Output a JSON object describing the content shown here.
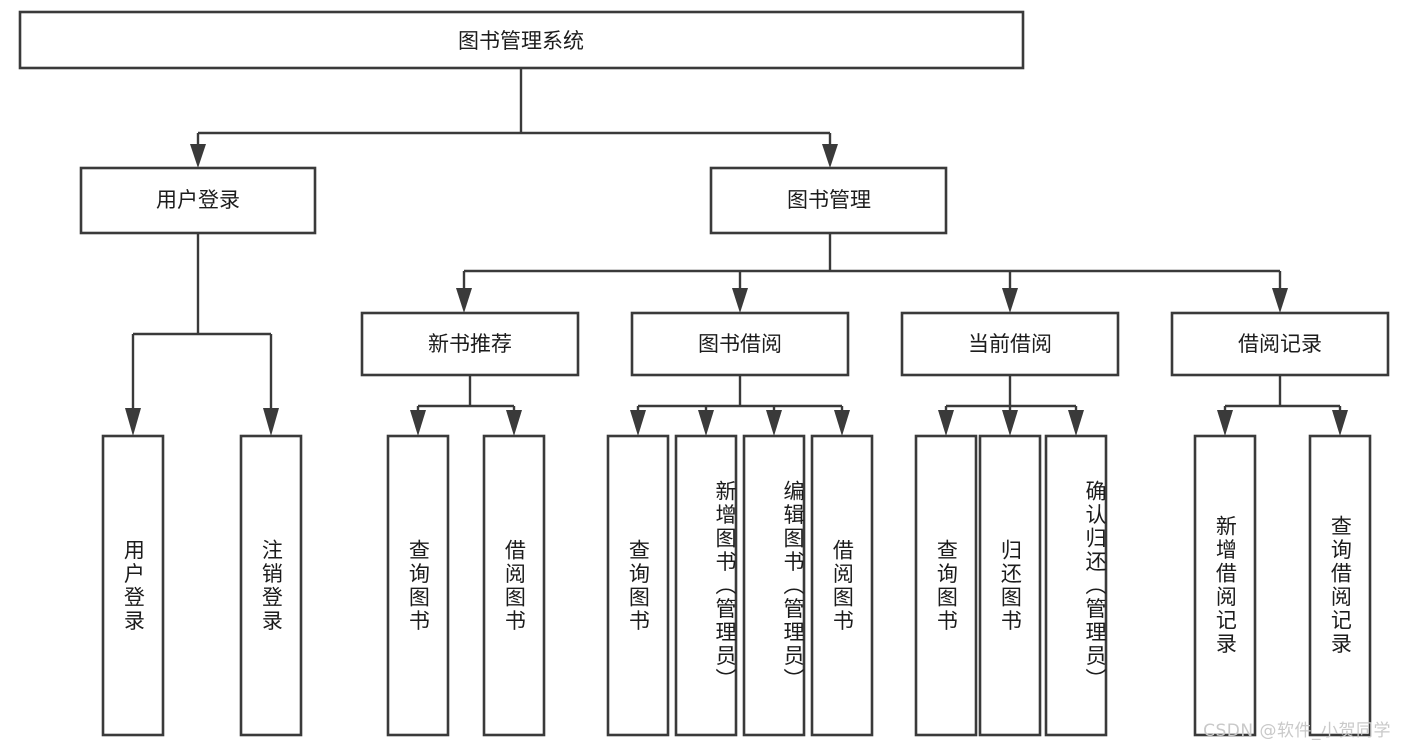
{
  "diagram": {
    "title": "图书管理系统",
    "watermark": "CSDN @软件_小贺同学",
    "colors": {
      "stroke": "#3a3a3a",
      "fill": "#ffffff",
      "text": "#1c1c1c",
      "watermark": "#c9c9c9"
    },
    "root": {
      "label": "图书管理系统"
    },
    "level2": [
      {
        "label": "用户登录"
      },
      {
        "label": "图书管理"
      }
    ],
    "level3": [
      {
        "label": "新书推荐"
      },
      {
        "label": "图书借阅"
      },
      {
        "label": "当前借阅"
      },
      {
        "label": "借阅记录"
      }
    ],
    "leaves": {
      "user_login": [
        {
          "label": "用户登录"
        },
        {
          "label": "注销登录"
        }
      ],
      "new_book": [
        {
          "label": "查询图书"
        },
        {
          "label": "借阅图书"
        }
      ],
      "book_borrow": [
        {
          "label": "查询图书"
        },
        {
          "label": "新增图书（管理员）"
        },
        {
          "label": "编辑图书（管理员）"
        },
        {
          "label": "借阅图书"
        }
      ],
      "current_borrow": [
        {
          "label": "查询图书"
        },
        {
          "label": "归还图书"
        },
        {
          "label": "确认归还（管理员）"
        }
      ],
      "borrow_record": [
        {
          "label": "新增借阅记录"
        },
        {
          "label": "查询借阅记录"
        }
      ]
    }
  }
}
